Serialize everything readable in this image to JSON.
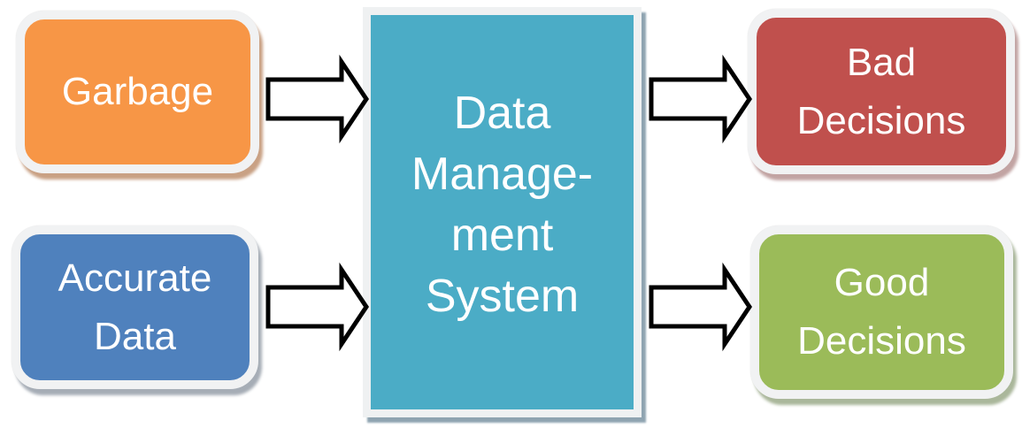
{
  "diagram": {
    "background": "#FFFFFF",
    "arrow_style": {
      "fill": "#FFFFFF",
      "stroke": "#000000"
    },
    "nodes": {
      "garbage": {
        "label": "Garbage",
        "fill": "#F79646",
        "text_color": "#FFFFFF",
        "shape": "rounded-rectangle"
      },
      "accurate_data": {
        "lines": [
          "Accurate",
          "Data"
        ],
        "fill": "#4F81BD",
        "text_color": "#FFFFFF",
        "shape": "rounded-rectangle"
      },
      "data_management_system": {
        "lines": [
          "Data",
          "Manage-",
          "ment",
          "System"
        ],
        "fill": "#4BACC6",
        "text_color": "#FFFFFF",
        "shape": "rectangle"
      },
      "bad_decisions": {
        "lines": [
          "Bad",
          "Decisions"
        ],
        "fill": "#C0504D",
        "text_color": "#FFFFFF",
        "shape": "rounded-rectangle"
      },
      "good_decisions": {
        "lines": [
          "Good",
          "Decisions"
        ],
        "fill": "#9BBB59",
        "text_color": "#FFFFFF",
        "shape": "rounded-rectangle"
      }
    },
    "arrows": [
      {
        "from": "garbage",
        "to": "data_management_system"
      },
      {
        "from": "accurate_data",
        "to": "data_management_system"
      },
      {
        "from": "data_management_system",
        "to": "bad_decisions"
      },
      {
        "from": "data_management_system",
        "to": "good_decisions"
      }
    ]
  }
}
